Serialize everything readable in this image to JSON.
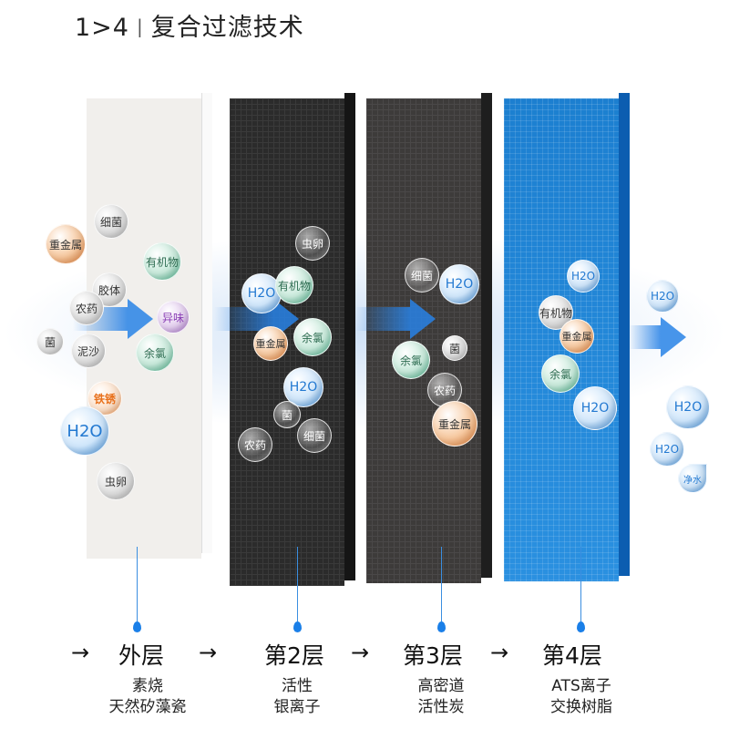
{
  "title": {
    "number": "1>4",
    "separator": "|",
    "text": "复合过滤技术"
  },
  "colors": {
    "accent": "#1a7fe8",
    "layer1": "#f1efec",
    "layer2": "#2b2b2b",
    "layer3": "#3d3b3a",
    "layer4": "#1c7fd0"
  },
  "bubbles_in": [
    "重金属",
    "细菌",
    "有机物",
    "胶体",
    "农药",
    "异味",
    "菌",
    "泥沙",
    "余氯",
    "铁锈",
    "H2O",
    "虫卵"
  ],
  "bubbles_l2": [
    "虫卵",
    "H2O",
    "有机物",
    "重金属",
    "余氯",
    "H2O",
    "菌",
    "细菌",
    "农药"
  ],
  "bubbles_l3": [
    "细菌",
    "H2O",
    "菌",
    "余氯",
    "农药",
    "重金属"
  ],
  "bubbles_l4": [
    "有机物",
    "H2O",
    "重金属",
    "余氯",
    "H2O"
  ],
  "bubbles_out": [
    "H2O",
    "H2O",
    "H2O",
    "净水"
  ],
  "arrow": "→",
  "layers": [
    {
      "name": "外层",
      "desc1": "素烧",
      "desc2": "天然矽藻瓷"
    },
    {
      "name": "第2层",
      "desc1": "活性",
      "desc2": "银离子"
    },
    {
      "name": "第3层",
      "desc1": "高密道",
      "desc2": "活性炭"
    },
    {
      "name": "第4层",
      "desc1": "ATS离子",
      "desc2": "交换树脂"
    }
  ]
}
